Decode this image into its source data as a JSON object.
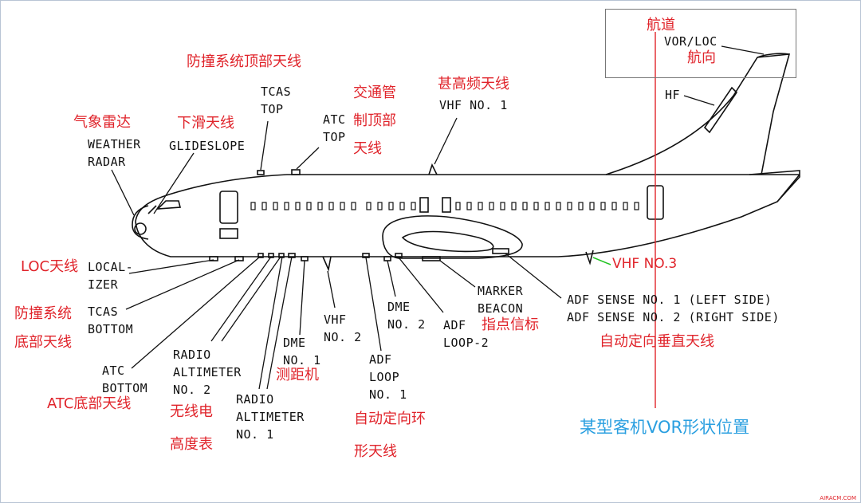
{
  "labels": {
    "weather_radar": "WEATHER\nRADAR",
    "glideslope": "GLIDESLOPE",
    "tcas_top": "TCAS\nTOP",
    "atc_top": "ATC\nTOP",
    "vhf1": "VHF NO. 1",
    "hf": "HF",
    "vor_loc": "VOR/LOC",
    "localizer": "LOCAL-\nIZER",
    "tcas_bottom": "TCAS\nBOTTOM",
    "atc_bottom": "ATC\nBOTTOM",
    "radio_alt2": "RADIO\nALTIMETER\nNO. 2",
    "radio_alt1": "RADIO\nALTIMETER\nNO. 1",
    "dme1": "DME\nNO. 1",
    "vhf2": "VHF\nNO. 2",
    "adf_loop1": "ADF\nLOOP\nNO. 1",
    "dme2": "DME\nNO. 2",
    "adf_loop2": "ADF\nLOOP-2",
    "marker_beacon": "MARKER\nBEACON",
    "adf_sense": "ADF SENSE NO. 1 (LEFT SIDE)\nADF SENSE NO. 2 (RIGHT SIDE)"
  },
  "cn_labels": {
    "weather_radar": "气象雷达",
    "glideslope": "下滑天线",
    "tcas_top": "防撞系统顶部天线",
    "atc_top": "交通管\n制顶部\n天线",
    "vhf1": "甚高频天线",
    "heading": "航道",
    "course": "航向",
    "loc": "LOC天线",
    "tcas_bottom": "防撞系统\n底部天线",
    "atc_bottom": "ATC底部天线",
    "radio_alt": "无线电\n高度表",
    "dme": "测距机",
    "adf_loop": "自动定向环\n形天线",
    "marker": "指点信标",
    "adf_sense": "自动定向垂直天线",
    "vhf3": "VHF NO.3"
  },
  "caption": "某型客机VOR形状位置",
  "watermark": "AIRACM.COM",
  "colors": {
    "annotation": "#e0242b",
    "caption": "#2a9fe0",
    "vhf3_leader": "#22c322",
    "drawing": "#111111"
  }
}
